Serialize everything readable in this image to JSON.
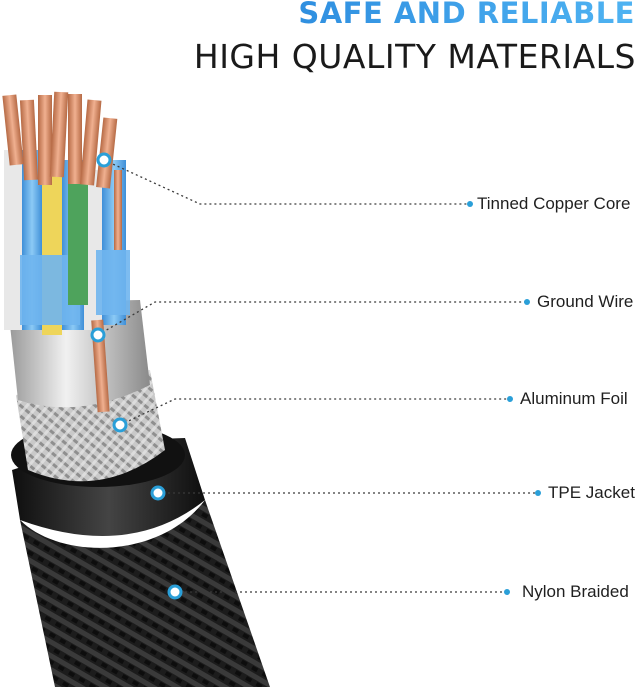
{
  "header": {
    "title": "SAFE AND RELIABLE",
    "subtitle": "HIGH QUALITY MATERIALS"
  },
  "labels": [
    {
      "key": "tinned-copper-core",
      "text": "Tinned Copper Core"
    },
    {
      "key": "ground-wire",
      "text": "Ground Wire"
    },
    {
      "key": "aluminum-foil",
      "text": "Aluminum Foil"
    },
    {
      "key": "tpe-jacket",
      "text": "TPE Jacket"
    },
    {
      "key": "nylon-braided",
      "text": "Nylon Braided"
    }
  ],
  "colors": {
    "accent": "#2f8fe0",
    "leader_line": "#3a3a3a",
    "marker_dot": "#2a9fd8"
  }
}
